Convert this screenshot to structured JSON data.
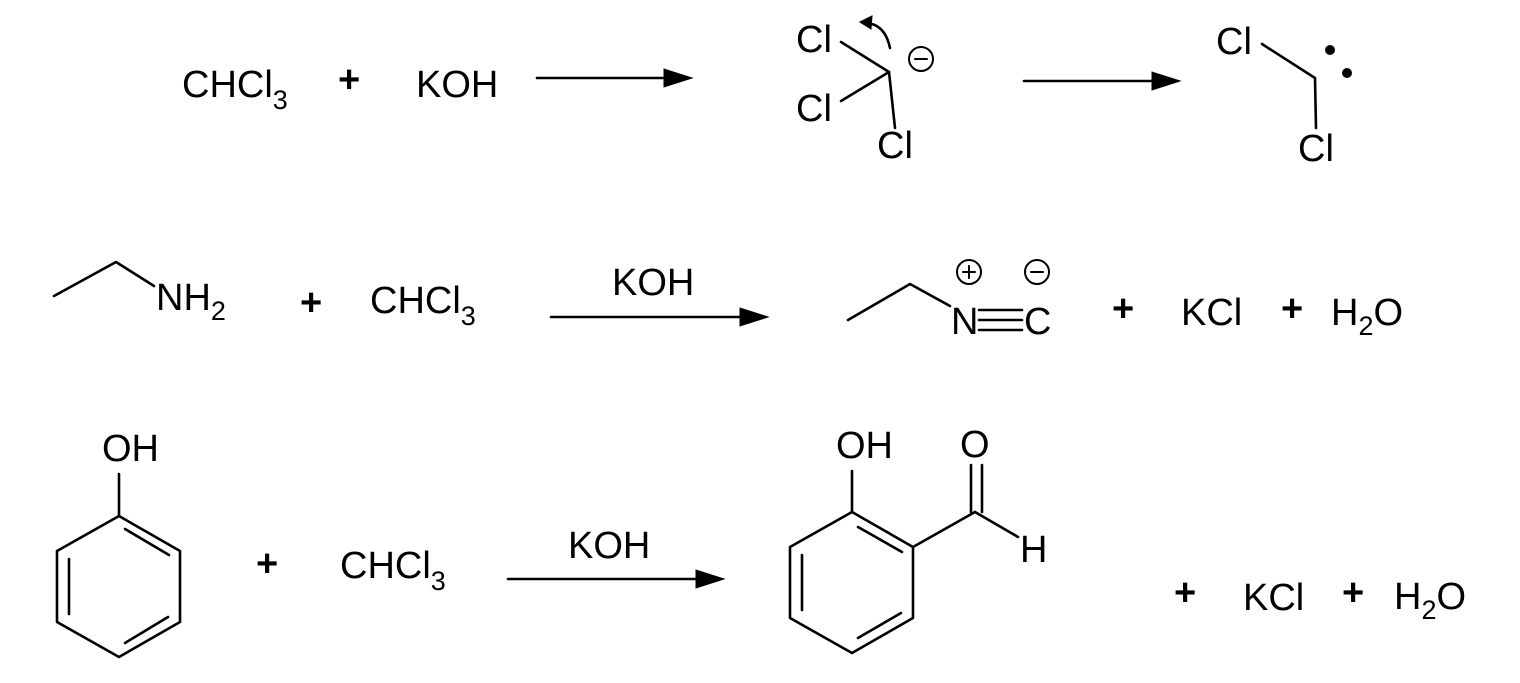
{
  "reaction1": {
    "chcl3": {
      "main": "CHCl",
      "sub": "3"
    },
    "plus": "+",
    "koh": "KOH",
    "anion": {
      "cl_a": "Cl",
      "cl_b": "Cl",
      "cl_c": "Cl",
      "charge": "⊖"
    },
    "carbene": {
      "cl_top": "Cl",
      "cl_bottom": "Cl"
    }
  },
  "reaction2": {
    "nh": "NH",
    "nh_sub": "2",
    "plus1": "+",
    "chcl3": {
      "main": "CHCl",
      "sub": "3"
    },
    "reagent": "KOH",
    "n": "N",
    "c": "C",
    "n_charge": "⊕",
    "c_charge": "⊖",
    "plus2": "+",
    "kcl": "KCl",
    "plus3": "+",
    "water": {
      "h": "H",
      "sub": "2",
      "o": "O"
    }
  },
  "reaction3": {
    "oh": "OH",
    "plus1": "+",
    "chcl3": {
      "main": "CHCl",
      "sub": "3"
    },
    "reagent": "KOH",
    "product_oh": "OH",
    "product_o": "O",
    "product_h": "H",
    "plus2": "+",
    "kcl": "KCl",
    "plus3": "+",
    "water": {
      "h": "H",
      "sub": "2",
      "o": "O"
    }
  }
}
